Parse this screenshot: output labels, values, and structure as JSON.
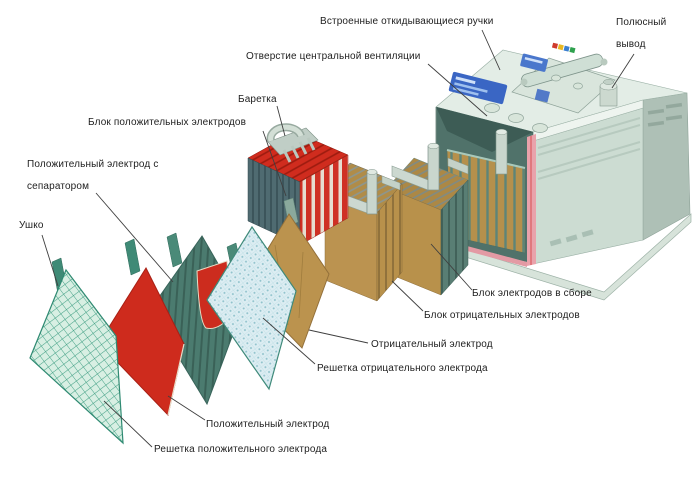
{
  "diagram": {
    "type": "battery-exploded-view",
    "labels": {
      "handles": "Встроенные откидывающиеся ручки",
      "vent": "Отверстие центральной вентиляции",
      "terminal": "Полюсный\nвывод",
      "baretka": "Баретка",
      "pos_block": "Блок положительных электродов",
      "pos_sep": "Положительный электрод с\nсепаратором",
      "ushko": "Ушко",
      "assembled_block": "Блок электродов в сборе",
      "neg_block": "Блок отрицательных электродов",
      "neg_electrode": "Отрицательный электрод",
      "neg_grid": "Решетка отрицательного электрода",
      "pos_electrode": "Положительный электрод",
      "pos_grid": "Решетка положительного электрода"
    },
    "colors": {
      "positive_red": "#ce2b1d",
      "grid_teal": "#2f8a72",
      "separator_teal": "#4c7c70",
      "mesh_blue": "#dcedf2",
      "negative_tan": "#b8914b",
      "case_light": "#dce8e0",
      "decal_blue": "#3a66c4",
      "cut_pink": "#e9a2ab"
    }
  }
}
